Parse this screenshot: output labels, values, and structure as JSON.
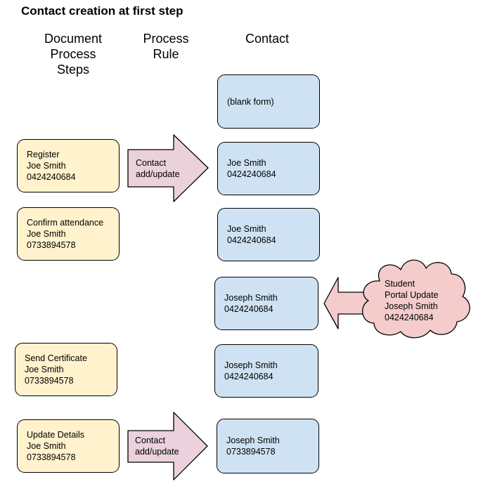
{
  "title": "Contact creation at first step",
  "columns": {
    "steps": "Document\nProcess\nSteps",
    "rule": "Process\nRule",
    "contact": "Contact"
  },
  "steps": [
    {
      "lines": [
        "Register",
        "Joe Smith",
        "0424240684"
      ]
    },
    {
      "lines": [
        "Confirm attendance",
        "Joe Smith",
        "0733894578"
      ]
    },
    {
      "lines": [
        "Send Certificate",
        "Joe Smith",
        "0733894578"
      ]
    },
    {
      "lines": [
        "Update Details",
        "Joe Smith",
        "0733894578"
      ]
    }
  ],
  "contacts": [
    {
      "lines": [
        "(blank form)"
      ]
    },
    {
      "lines": [
        "Joe Smith",
        "0424240684"
      ]
    },
    {
      "lines": [
        "Joe Smith",
        "0424240684"
      ]
    },
    {
      "lines": [
        "Joseph Smith",
        "0424240684"
      ]
    },
    {
      "lines": [
        "Joseph Smith",
        "0424240684"
      ]
    },
    {
      "lines": [
        "Joseph Smith",
        "0733894578"
      ]
    }
  ],
  "rules": [
    {
      "lines": [
        "Contact",
        "add/update"
      ]
    },
    {
      "lines": [
        "Contact",
        "add/update"
      ]
    }
  ],
  "portal_update": {
    "lines": [
      "Student",
      "Portal Update",
      "Joseph Smith",
      "0424240684"
    ]
  },
  "colors": {
    "step_fill": "#fff2cc",
    "contact_fill": "#cfe2f3",
    "rule_arrow_fill": "#ead1dc",
    "portal_fill": "#f4cccc"
  }
}
